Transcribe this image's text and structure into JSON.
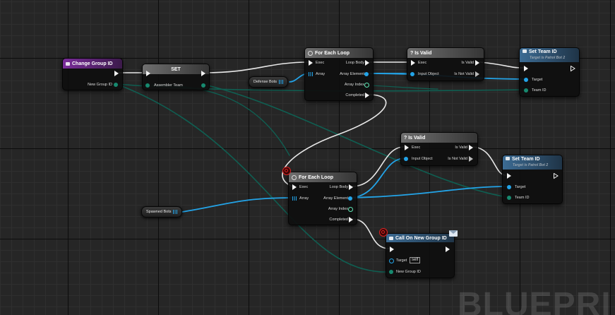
{
  "watermark": "BLUEPRI",
  "nodes": {
    "change_group_id": {
      "title": "Change Group ID",
      "pin_new_group_id": "New Group ID"
    },
    "set": {
      "title": "SET",
      "pin_assembler_team": "Assembler Team"
    },
    "defense_bots": {
      "label": "Defense Bots"
    },
    "spawned_bots": {
      "label": "Spawned Bots"
    },
    "for_each_1": {
      "title": "For Each Loop",
      "exec": "Exec",
      "array": "Array",
      "loop_body": "Loop Body",
      "array_element": "Array Element",
      "array_index": "Array Index",
      "completed": "Completed"
    },
    "for_each_2": {
      "title": "For Each Loop",
      "exec": "Exec",
      "array": "Array",
      "loop_body": "Loop Body",
      "array_element": "Array Element",
      "array_index": "Array Index",
      "completed": "Completed"
    },
    "is_valid_1": {
      "title": "? Is Valid",
      "exec": "Exec",
      "input_object": "Input Object",
      "is_valid": "Is Valid",
      "is_not_valid": "Is Not Valid"
    },
    "is_valid_2": {
      "title": "? Is Valid",
      "exec": "Exec",
      "input_object": "Input Object",
      "is_valid": "Is Valid",
      "is_not_valid": "Is Not Valid"
    },
    "set_team_1": {
      "title": "Set Team ID",
      "subtitle": "Target is Patrol Bot 2",
      "target": "Target",
      "team_id": "Team ID"
    },
    "set_team_2": {
      "title": "Set Team ID",
      "subtitle": "Target is Patrol Bot 2",
      "target": "Target",
      "team_id": "Team ID"
    },
    "call_on_new_group": {
      "title": "Call On New Group ID",
      "target": "Target",
      "target_value": "self",
      "new_group_id": "New Group ID"
    }
  },
  "colors": {
    "exec": "#f2f2f2",
    "object": "#23a4e8",
    "struct": "#17896f",
    "wire_green": "#0f5f52",
    "event_header": "#7a2c9a",
    "function_header": "#3c6b93"
  }
}
